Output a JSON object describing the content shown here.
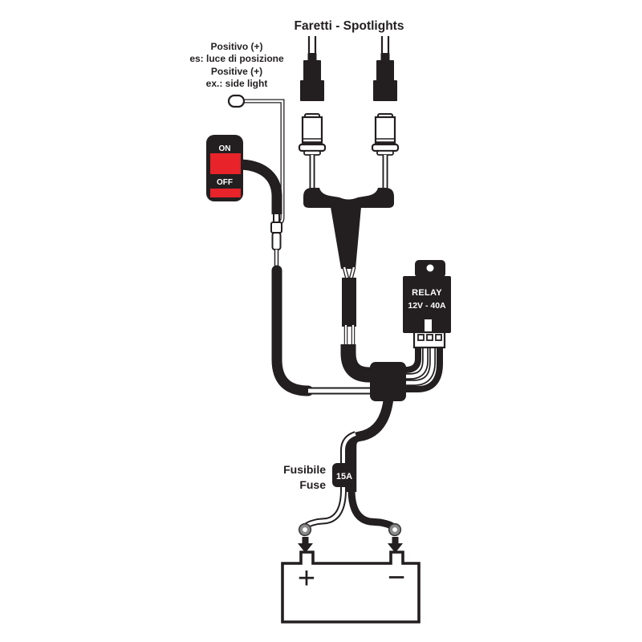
{
  "title": "Faretti - Spotlights",
  "positive_note": {
    "lines": [
      "Positivo (+)",
      "es: luce di posizione",
      "Positive (+)",
      "ex.: side light"
    ]
  },
  "switch": {
    "on_label": "ON",
    "off_label": "OFF"
  },
  "relay": {
    "name": "RELAY",
    "rating": "12V - 40A"
  },
  "fuse": {
    "label_it": "Fusibile",
    "label_en": "Fuse",
    "rating": "15A"
  },
  "battery": {
    "positive_label": "+",
    "negative_label": "−"
  },
  "colors": {
    "ink": "#231f20",
    "red": "#e8232a",
    "terminal_gray": "#8a8a8a",
    "background": "#ffffff"
  }
}
